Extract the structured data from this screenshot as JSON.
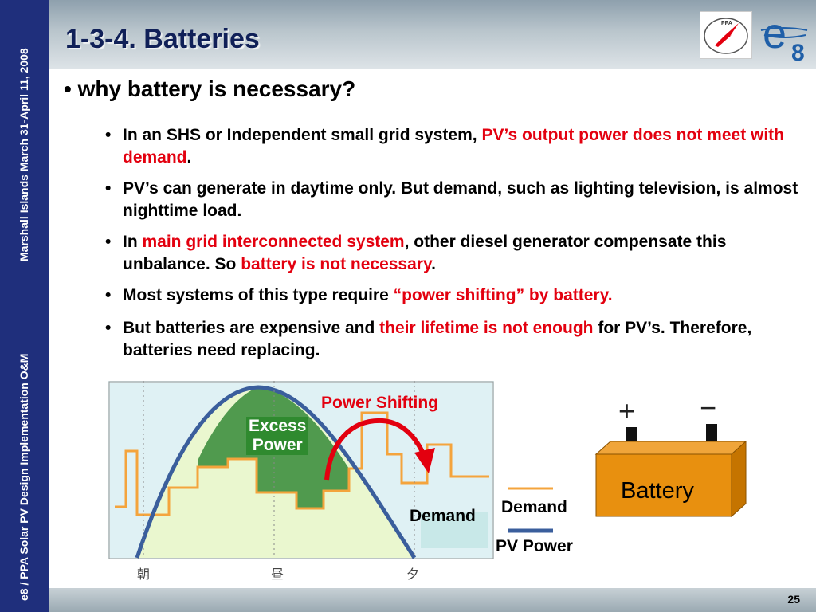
{
  "sidebar": {
    "top_text": "Marshall Islands March 31-April 11, 2008",
    "bottom_text": "e8 / PPA Solar PV Design Implementation O&M"
  },
  "slide": {
    "title": "1-3-4. Batteries",
    "main_bullet": "why battery is necessary?",
    "page_number": "25"
  },
  "logos": {
    "ppa_text": "PPA",
    "e8_letter": "e",
    "e8_number": "8"
  },
  "bullets": [
    {
      "parts": [
        {
          "t": "In an SHS or Independent small grid system, ",
          "red": false
        },
        {
          "t": "PV’s output power does not meet with demand",
          "red": true
        },
        {
          "t": ".",
          "red": false
        }
      ]
    },
    {
      "parts": [
        {
          "t": "PV’s can generate in daytime only. But demand, such as lighting television, is almost nighttime load.",
          "red": false
        }
      ]
    },
    {
      "parts": [
        {
          "t": "In ",
          "red": false
        },
        {
          "t": "main grid interconnected system",
          "red": true
        },
        {
          "t": ", other diesel generator compensate this unbalance. So ",
          "red": false
        },
        {
          "t": "battery is not necessary",
          "red": true
        },
        {
          "t": ".",
          "red": false
        }
      ]
    },
    {
      "parts": [
        {
          "t": "Most systems of this type require ",
          "red": false
        },
        {
          "t": "“power shifting” by battery.",
          "red": true
        }
      ]
    },
    {
      "parts": [
        {
          "t": "But batteries are expensive and ",
          "red": false
        },
        {
          "t": "their lifetime is not enough",
          "red": true
        },
        {
          "t": " for PV’s. Therefore, batteries need replacing.",
          "red": false
        }
      ]
    }
  ],
  "diagram": {
    "power_shifting": "Power Shifting",
    "excess_line1": "Excess",
    "excess_line2": "Power",
    "demand_area": "Demand",
    "x_labels": [
      "朝",
      "昼",
      "夕"
    ],
    "legend_demand": "Demand",
    "legend_pv": "PV Power",
    "battery_label": "Battery",
    "plus": "+",
    "minus": "−"
  },
  "colors": {
    "sidebar": "#1f2f7c",
    "title": "#102058",
    "red_text": "#e3000f",
    "demand_line": "#f4a43c",
    "pv_line": "#3a5e9c",
    "excess_fill": "#3f8f3f",
    "light_fill": "#e6f5c8",
    "battery_body": "#e8900f"
  }
}
